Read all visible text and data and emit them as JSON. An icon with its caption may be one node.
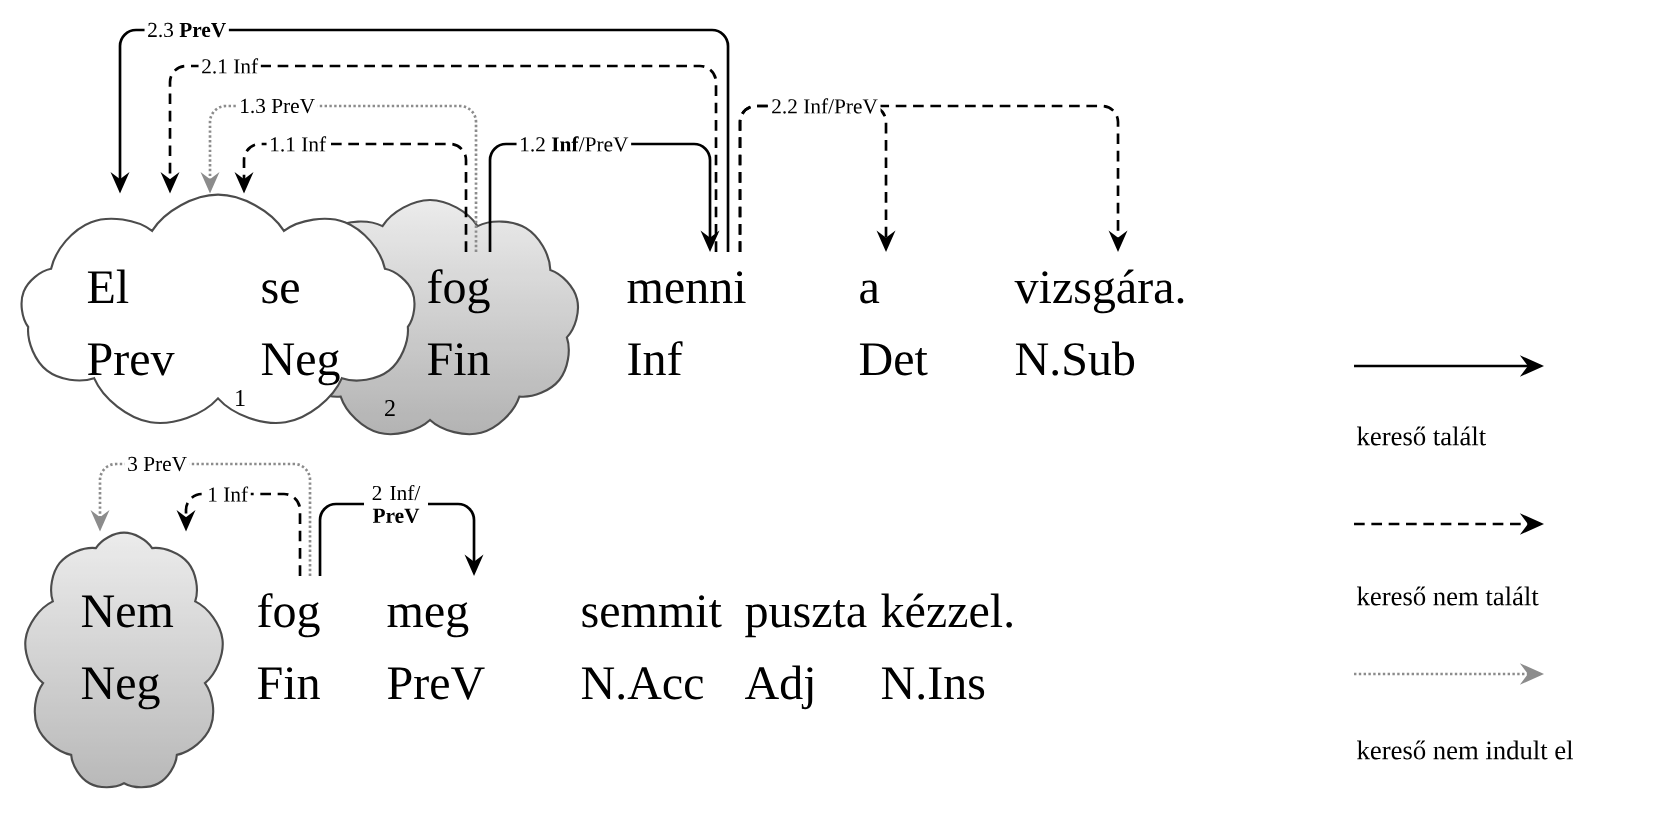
{
  "diagram": {
    "nodes": [
      {
        "text": [
          "1"
        ]
      },
      {
        "text": [
          "El",
          "Prev"
        ],
        "in": 0
      },
      {
        "text": [
          "se",
          "Neg"
        ],
        "in": 0
      },
      {
        "text": [
          "2"
        ]
      },
      {
        "text": [
          "fog",
          "Fin"
        ],
        "in": 3
      },
      {
        "text": [
          "menni",
          "Inf"
        ]
      },
      {
        "text": [
          "a",
          "Det"
        ]
      },
      {
        "text": [
          "vizsgára.",
          "N.Sub"
        ]
      },
      {
        "text": [],
        "shape": "cloud"
      },
      {
        "text": [
          "Nem",
          "Neg"
        ],
        "in": 8
      },
      {
        "text": [
          "fog",
          "Fin"
        ]
      },
      {
        "text": [
          "meg",
          "PreV"
        ]
      },
      {
        "text": [
          "semmit",
          "N.Acc"
        ]
      },
      {
        "text": [
          "puszta",
          "Adj"
        ]
      },
      {
        "text": [
          "kézzel.",
          "N.Ins"
        ]
      }
    ],
    "edges": [
      {
        "from": 4,
        "to": 0,
        "arrow": "to",
        "label": "1.1 Inf",
        "style": "dashed"
      },
      {
        "from": 4,
        "to": 5,
        "arrow": "to",
        "label": "1.2 **Inf**/PreV"
      },
      {
        "from": 4,
        "to": 0,
        "arrow": "to",
        "label": "1.3 PreV",
        "style": "dashed",
        "color": "#8c8c8c"
      },
      {
        "from": 5,
        "to": 0,
        "arrow": "to",
        "label": "2.1 Inf",
        "style": "dashed"
      },
      {
        "from": 5,
        "to": 6,
        "arrow": "to",
        "label": "2.2 Inf/PreV",
        "style": "dashed"
      },
      {
        "from": 5,
        "to": 7,
        "arrow": "to",
        "style": "dashed"
      },
      {
        "from": 5,
        "to": 0,
        "arrow": "to",
        "label": "2.3 **PreV**"
      },
      {
        "from": 10,
        "to": 8,
        "arrow": "to",
        "label": "1 Inf",
        "style": "dashed"
      },
      {
        "from": 10,
        "to": 11,
        "arrow": "to",
        "label": "2 Inf/ **PreV**"
      },
      {
        "from": 10,
        "to": 8,
        "arrow": "to",
        "label": "3 PreV",
        "style": "dashed",
        "color": "#8c8c8c"
      }
    ],
    "legend": [
      {
        "text": "kereső talált"
      },
      {
        "text": "kereső nem talált"
      },
      {
        "text": "kereső nem indult el"
      }
    ]
  }
}
